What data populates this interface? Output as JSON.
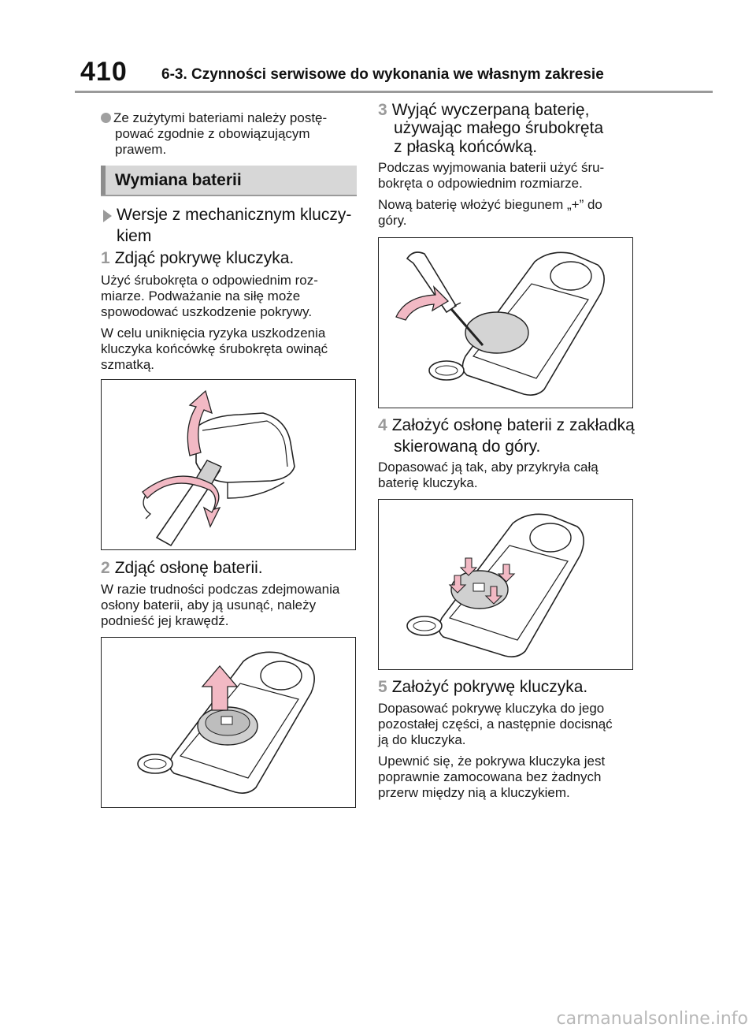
{
  "header": {
    "page_number": "410",
    "title": "6-3. Czynności serwisowe do wykonania we własnym zakresie"
  },
  "left": {
    "bullet_lines": [
      "Ze zużytymi bateriami należy postę-",
      "pować zgodnie z obowiązującym",
      "prawem."
    ],
    "section_title": "Wymiana baterii",
    "variant_lines": [
      "Wersje z mechanicznym kluczy-",
      "kiem"
    ],
    "step1": {
      "num": "1",
      "title": "Zdjąć pokrywę kluczyka."
    },
    "step1_p1": [
      "Użyć śrubokręta o odpowiednim roz-",
      "miarze. Podważanie na siłę może",
      "spowodować uszkodzenie pokrywy."
    ],
    "step1_p2": [
      "W celu uniknięcia ryzyka uszkodzenia",
      "kluczyka końcówkę śrubokręta owinąć",
      "szmatką."
    ],
    "step2": {
      "num": "2",
      "title": "Zdjąć osłonę baterii."
    },
    "step2_p1": [
      "W razie trudności podczas zdejmowania",
      "osłony baterii, aby ją usunąć, należy",
      "podnieść jej krawędź."
    ]
  },
  "right": {
    "step3": {
      "num": "3",
      "lines": [
        "Wyjąć wyczerpaną baterię,",
        "używając małego śrubokręta",
        "z płaską końcówką."
      ]
    },
    "step3_p1": [
      "Podczas wyjmowania baterii użyć śru-",
      "bokręta o odpowiednim rozmiarze."
    ],
    "step3_p2": [
      "Nową baterię włożyć biegunem „+” do",
      "góry."
    ],
    "step4": {
      "num": "4",
      "lines": [
        "Założyć osłonę baterii z zakładką",
        "skierowaną do góry."
      ]
    },
    "step4_p1": [
      "Dopasować ją tak, aby przykryła całą",
      "baterię kluczyka."
    ],
    "step5": {
      "num": "5",
      "title": "Założyć pokrywę kluczyka."
    },
    "step5_p1": [
      "Dopasować pokrywę kluczyka do jego",
      "pozostałej części, a następnie docisnąć",
      "ją do kluczyka."
    ],
    "step5_p2": [
      "Upewnić się, że pokrywa kluczyka jest",
      "poprawnie zamocowana bez żadnych",
      "przerw między nią a kluczykiem."
    ]
  },
  "footer": {
    "watermark": "carmanualsonline.info"
  },
  "colors": {
    "accent_arrow": "#f2b9c4",
    "accent_grey": "#9a9a9a",
    "section_bg": "#d7d7d7"
  }
}
